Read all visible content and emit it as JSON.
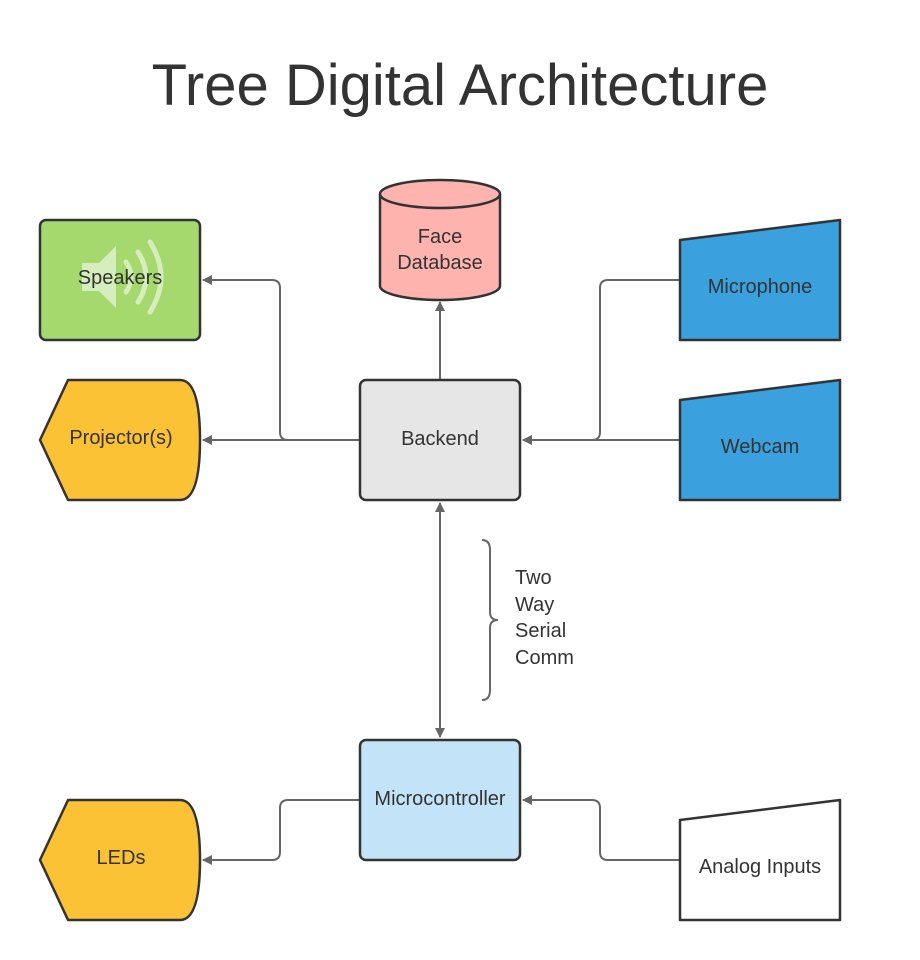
{
  "title": "Tree Digital Architecture",
  "nodes": {
    "face_database": {
      "lines": [
        "Face",
        "Database"
      ],
      "shape": "cylinder",
      "fill": "#FFB3AE"
    },
    "speakers": {
      "label": "Speakers",
      "shape": "rectangle",
      "fill": "#A5D86D",
      "icon": "speaker-icon"
    },
    "projectors": {
      "label": "Projector(s)",
      "shape": "display",
      "fill": "#FBC236"
    },
    "backend": {
      "label": "Backend",
      "shape": "rectangle",
      "fill": "#E6E6E6"
    },
    "microphone": {
      "label": "Microphone",
      "shape": "manual-input",
      "fill": "#3AA1DE"
    },
    "webcam": {
      "label": "Webcam",
      "shape": "manual-input",
      "fill": "#3AA1DE"
    },
    "microcontroller": {
      "label": "Microcontroller",
      "shape": "rectangle",
      "fill": "#C3E4F8"
    },
    "leds": {
      "label": "LEDs",
      "shape": "display",
      "fill": "#FBC236"
    },
    "analog_inputs": {
      "label": "Analog Inputs",
      "shape": "manual-input",
      "fill": "#FFFFFF"
    }
  },
  "annotation": {
    "lines": [
      "Two",
      "Way",
      "Serial",
      "Comm"
    ]
  },
  "edges": [
    {
      "from": "backend",
      "to": "face_database"
    },
    {
      "from": "backend",
      "to": "speakers"
    },
    {
      "from": "backend",
      "to": "projectors"
    },
    {
      "from": "microphone",
      "to": "backend"
    },
    {
      "from": "webcam",
      "to": "backend"
    },
    {
      "from": "backend",
      "to": "microcontroller",
      "bidirectional": true
    },
    {
      "from": "microcontroller",
      "to": "leds"
    },
    {
      "from": "analog_inputs",
      "to": "microcontroller"
    }
  ]
}
